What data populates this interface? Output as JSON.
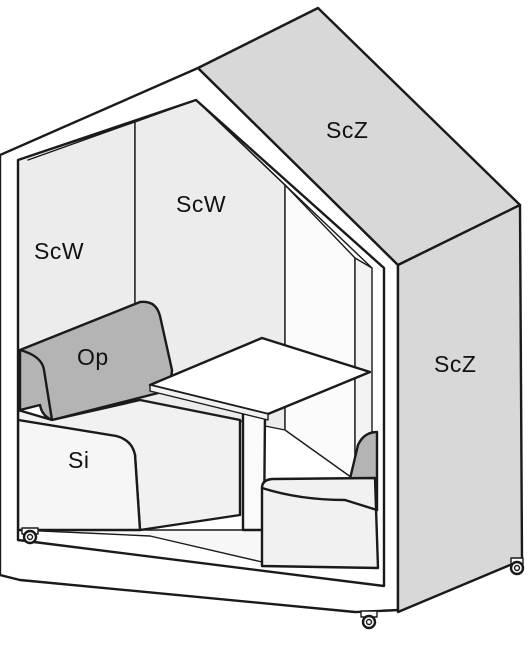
{
  "colors": {
    "outline": "#1a1a1a",
    "sc_z_panel": "#d8d8d8",
    "sc_w_panel": "#ededed",
    "op_cushion": "#b4b4b4",
    "si_seat": "#f4f4f4",
    "background": "#ffffff"
  },
  "labels": {
    "roof_panel": "ScZ",
    "side_panel": "ScZ",
    "back_wall_left": "ScW",
    "back_wall_center": "ScW",
    "back_cushion": "Op",
    "seat": "Si"
  }
}
